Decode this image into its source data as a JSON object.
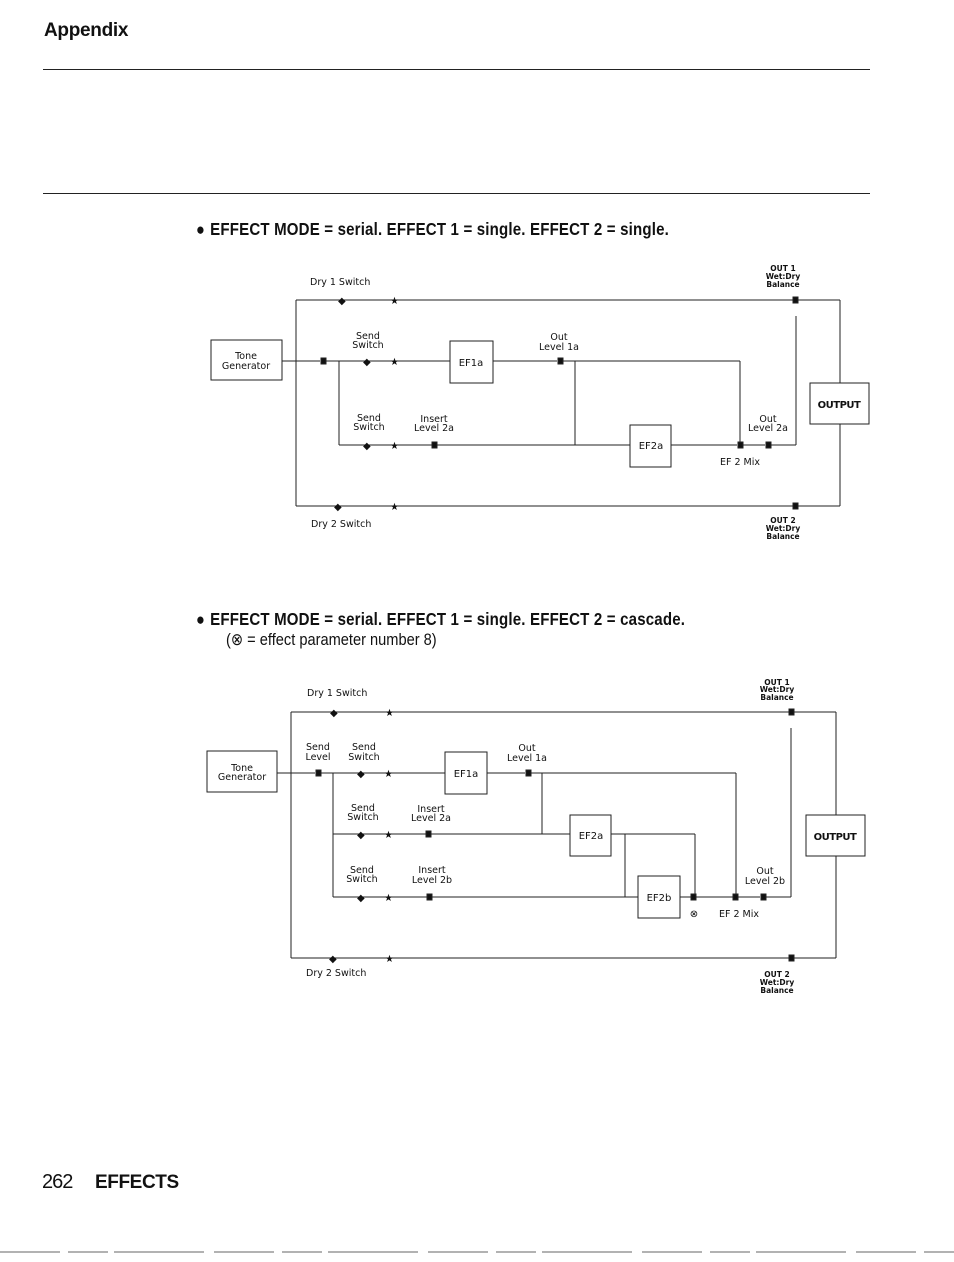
{
  "header": {
    "section": "Appendix"
  },
  "diagram1": {
    "title": "EFFECT MODE = serial. EFFECT 1 = single. EFFECT 2 = single.",
    "labels": {
      "dry1": "Dry  1  Switch",
      "dry2": "Dry  2  Switch",
      "out1_a": "OUT 1",
      "out1_b": "Wet:Dry",
      "out1_c": "Balance",
      "out2_a": "OUT 2",
      "out2_b": "Wet:Dry",
      "out2_c": "Balance",
      "tone_a": "Tone",
      "tone_b": "Generator",
      "send_a": "Send",
      "send_b": "Switch",
      "send2_a": "Send",
      "send2_b": "Switch",
      "insert_a": "Insert",
      "insert_b": "Level  2a",
      "outlevel1_a": "Out",
      "outlevel1_b": "Level  1a",
      "outlevel2_a": "Out",
      "outlevel2_b": "Level  2a",
      "ef1a": "EF1a",
      "ef2a": "EF2a",
      "ef2mix": "EF 2  Mix",
      "output": "OUTPUT"
    }
  },
  "diagram2": {
    "title": "EFFECT MODE = serial. EFFECT 1 = single. EFFECT 2 = cascade.",
    "subtitle": "(⊗ = effect parameter number 8)",
    "labels": {
      "dry1": "Dry  1  Switch",
      "dry2": "Dry  2  Switch",
      "out1_a": "OUT 1",
      "out1_b": "Wet:Dry",
      "out1_c": "Balance",
      "out2_a": "OUT 2",
      "out2_b": "Wet:Dry",
      "out2_c": "Balance",
      "tone_a": "Tone",
      "tone_b": "Generator",
      "sendlevel_a": "Send",
      "sendlevel_b": "Level",
      "send_a": "Send",
      "send_b": "Switch",
      "send2_a": "Send",
      "send2_b": "Switch",
      "insert2a_a": "Insert",
      "insert2a_b": "Level  2a",
      "send3_a": "Send",
      "send3_b": "Switch",
      "insert2b_a": "Insert",
      "insert2b_b": "Level  2b",
      "outlevel1_a": "Out",
      "outlevel1_b": "Level  1a",
      "outlevel2_a": "Out",
      "outlevel2_b": "Level  2b",
      "ef1a": "EF1a",
      "ef2a": "EF2a",
      "ef2b": "EF2b",
      "param_symbol": "⊗",
      "ef2mix": "EF 2  Mix",
      "output": "OUTPUT"
    }
  },
  "footer": {
    "page_number": "262",
    "section_title": "EFFECTS"
  }
}
